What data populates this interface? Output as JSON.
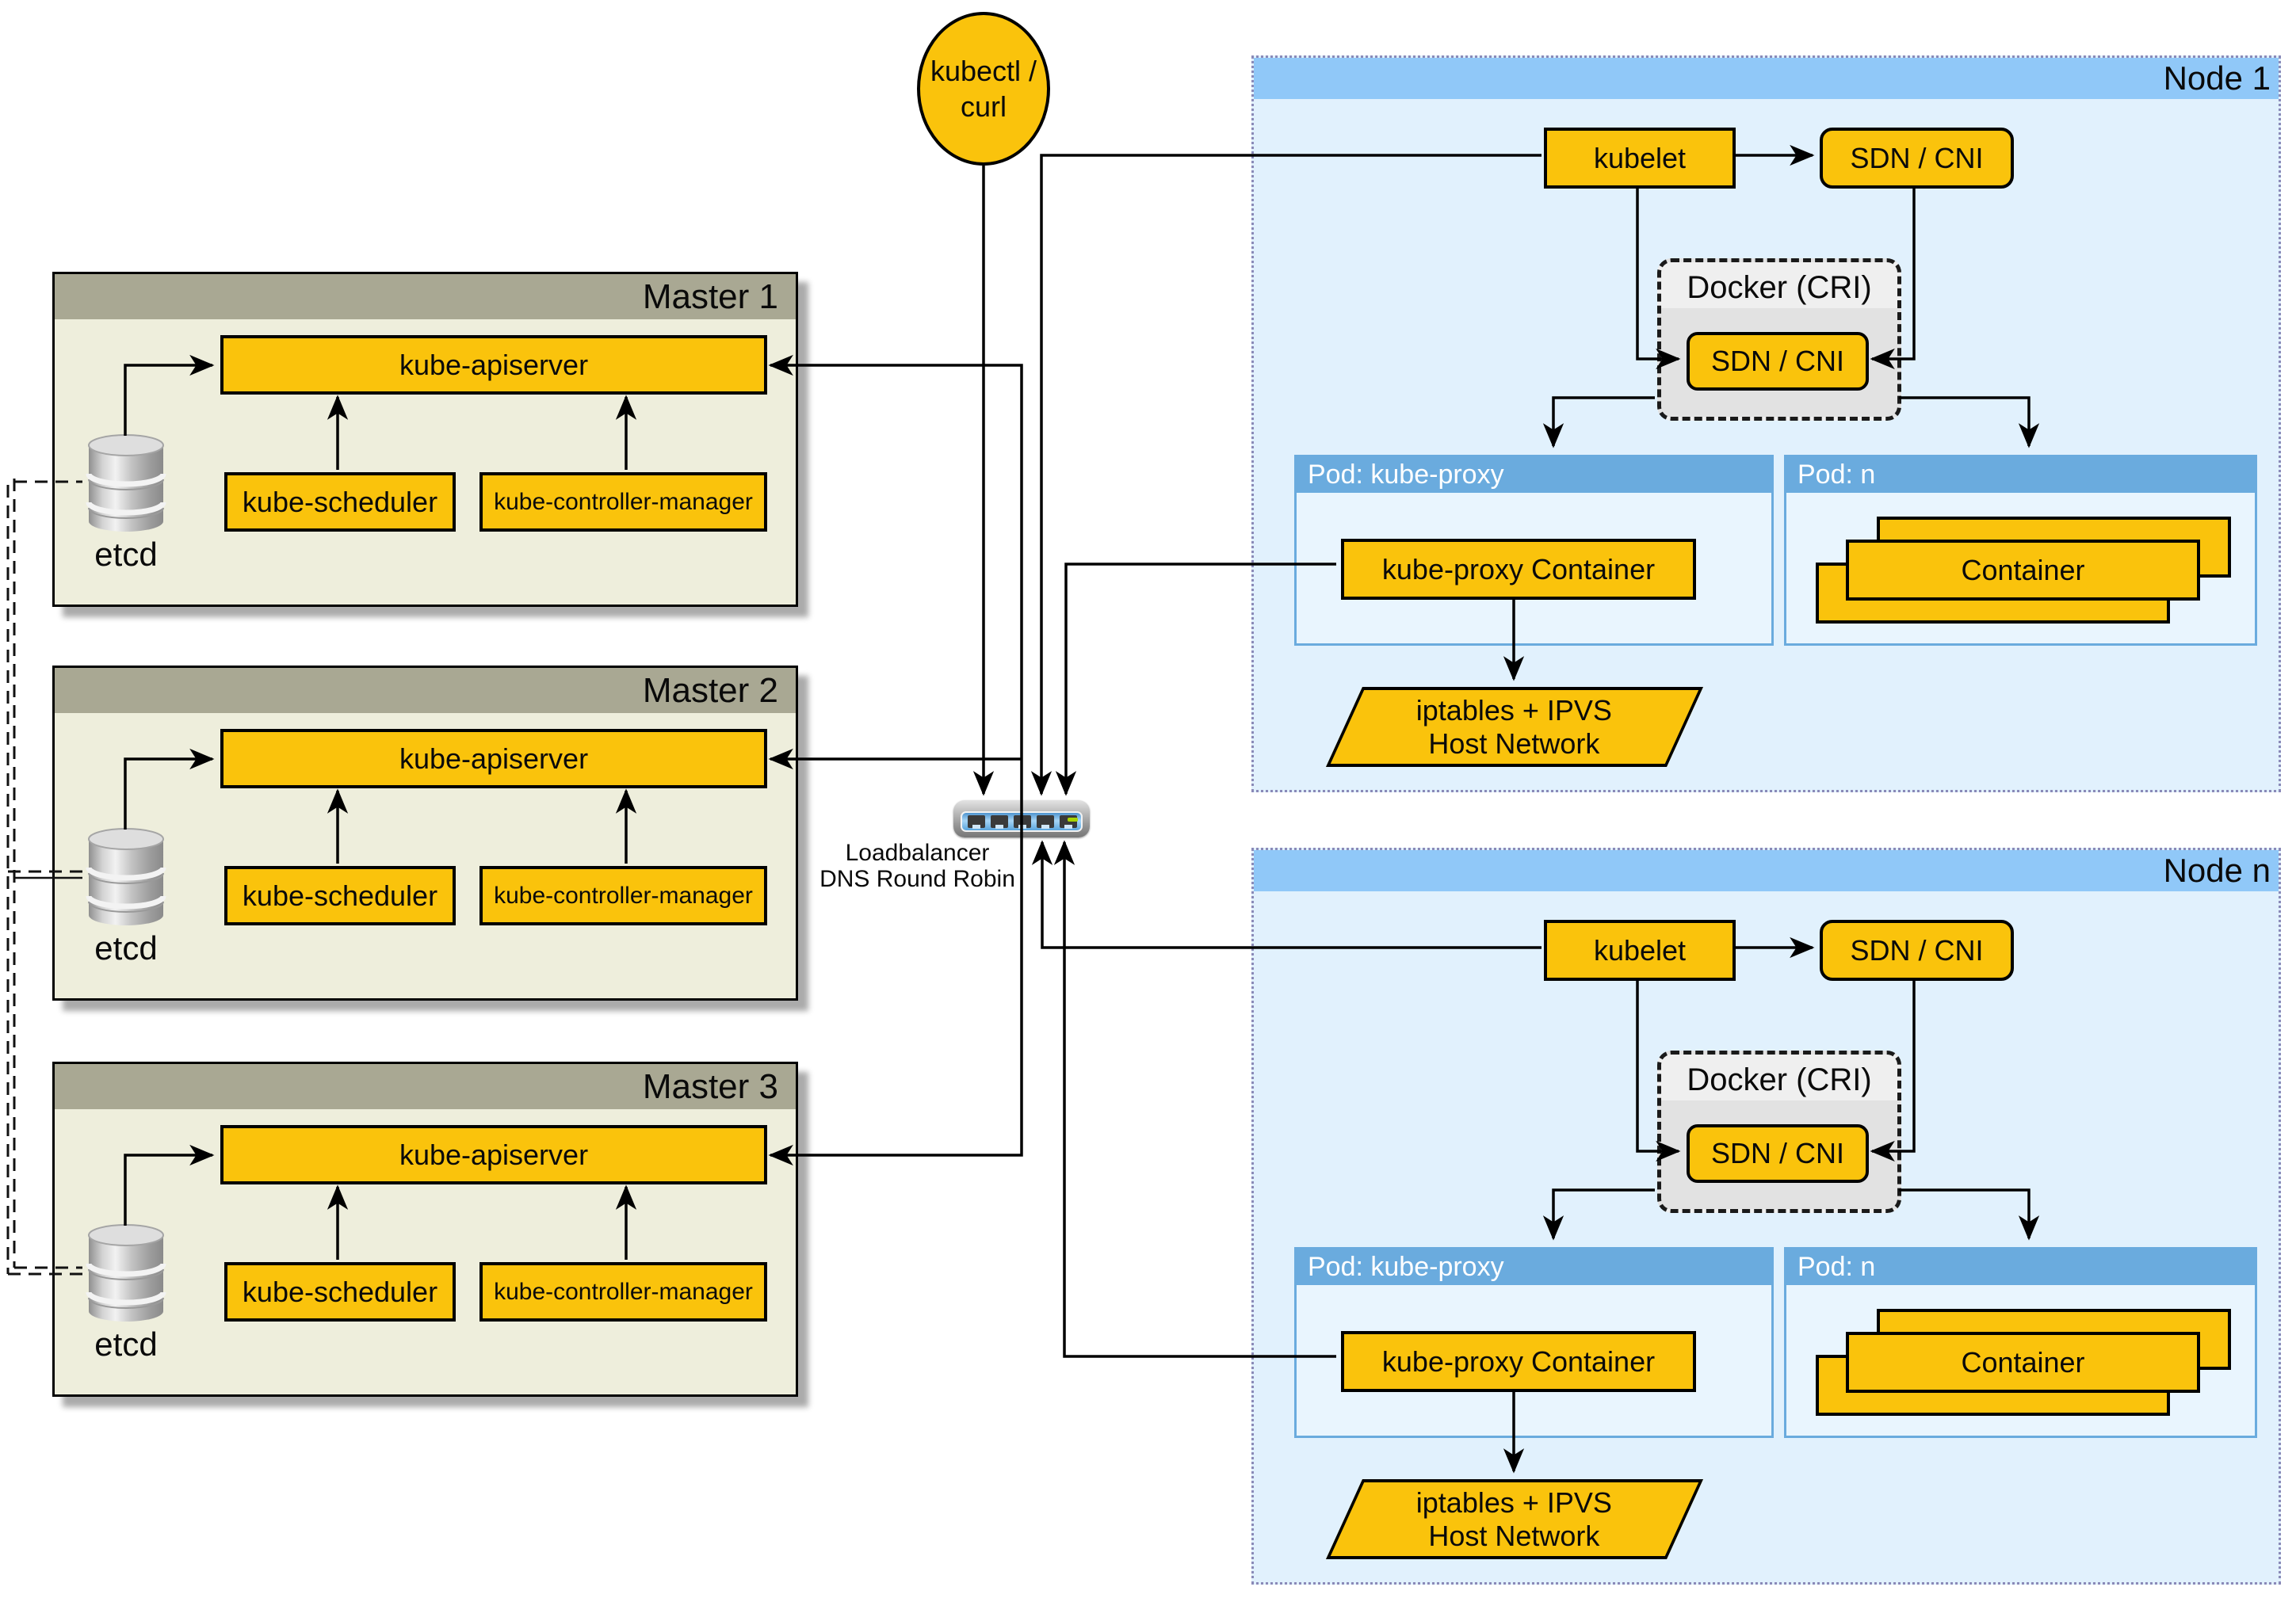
{
  "client": {
    "line1": "kubectl /",
    "line2": "curl"
  },
  "loadbalancer": {
    "line1": "Loadbalancer",
    "line2": "DNS Round Robin"
  },
  "masters": [
    {
      "title": "Master 1",
      "apiserver": "kube-apiserver",
      "scheduler": "kube-scheduler",
      "controller_manager": "kube-controller-manager",
      "etcd": "etcd"
    },
    {
      "title": "Master 2",
      "apiserver": "kube-apiserver",
      "scheduler": "kube-scheduler",
      "controller_manager": "kube-controller-manager",
      "etcd": "etcd"
    },
    {
      "title": "Master 3",
      "apiserver": "kube-apiserver",
      "scheduler": "kube-scheduler",
      "controller_manager": "kube-controller-manager",
      "etcd": "etcd"
    }
  ],
  "nodes": [
    {
      "title": "Node 1",
      "kubelet": "kubelet",
      "sdn_cni": "SDN / CNI",
      "docker": "Docker (CRI)",
      "docker_sdn_cni": "SDN / CNI",
      "pod_proxy": "Pod: kube-proxy",
      "proxy_container": "kube-proxy Container",
      "pod_n": "Pod: n",
      "container": "Container",
      "hostnet1": "iptables + IPVS",
      "hostnet2": "Host Network"
    },
    {
      "title": "Node n",
      "kubelet": "kubelet",
      "sdn_cni": "SDN / CNI",
      "docker": "Docker (CRI)",
      "docker_sdn_cni": "SDN / CNI",
      "pod_proxy": "Pod: kube-proxy",
      "proxy_container": "kube-proxy Container",
      "pod_n": "Pod: n",
      "container": "Container",
      "hostnet1": "iptables + IPVS",
      "hostnet2": "Host Network"
    }
  ],
  "colors": {
    "yellow": "#fac30c",
    "master_header": "#a9a893",
    "master_body": "#eeeedc",
    "node_header": "#90c8f8",
    "node_body": "#e1f1fd",
    "pod_header": "#6aabde",
    "pod_body": "#e9f5fe",
    "docker_fill": "#e9e9e9",
    "lb_strip": "#7fc0ee",
    "led_green": "#a8d400",
    "connector": "#000000"
  }
}
